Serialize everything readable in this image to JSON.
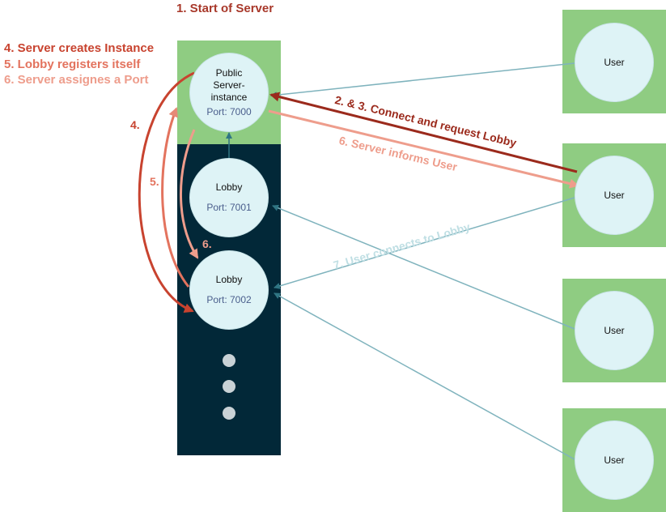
{
  "title": "1. Start of Server",
  "legend": [
    {
      "text": "4. Server creates Instance",
      "color": "#c8432f"
    },
    {
      "text": "5. Lobby registers itself",
      "color": "#e3735e"
    },
    {
      "text": "6. Server assignes a Port",
      "color": "#ee9d8c"
    }
  ],
  "server": {
    "line1": "Public",
    "line2": "Server-",
    "line3": "instance",
    "port": "Port: 7000"
  },
  "lobbies": [
    {
      "name": "Lobby",
      "port": "Port: 7001"
    },
    {
      "name": "Lobby",
      "port": "Port: 7002"
    }
  ],
  "users": [
    "User",
    "User",
    "User",
    "User"
  ],
  "edge_labels": {
    "connect_request": "2. & 3. Connect and request Lobby",
    "server_informs": "6. Server informs User",
    "user_connects": "7. User connects to Lobby",
    "step4": "4.",
    "step5": "5.",
    "step6": "6."
  },
  "colors": {
    "dark_red": "#9b2a1c",
    "red": "#c8432f",
    "salmon": "#e58a77",
    "pale_salmon": "#ee9d8c",
    "teal": "#7fb3bd",
    "green": "#8fcc82",
    "navy": "#022838"
  }
}
